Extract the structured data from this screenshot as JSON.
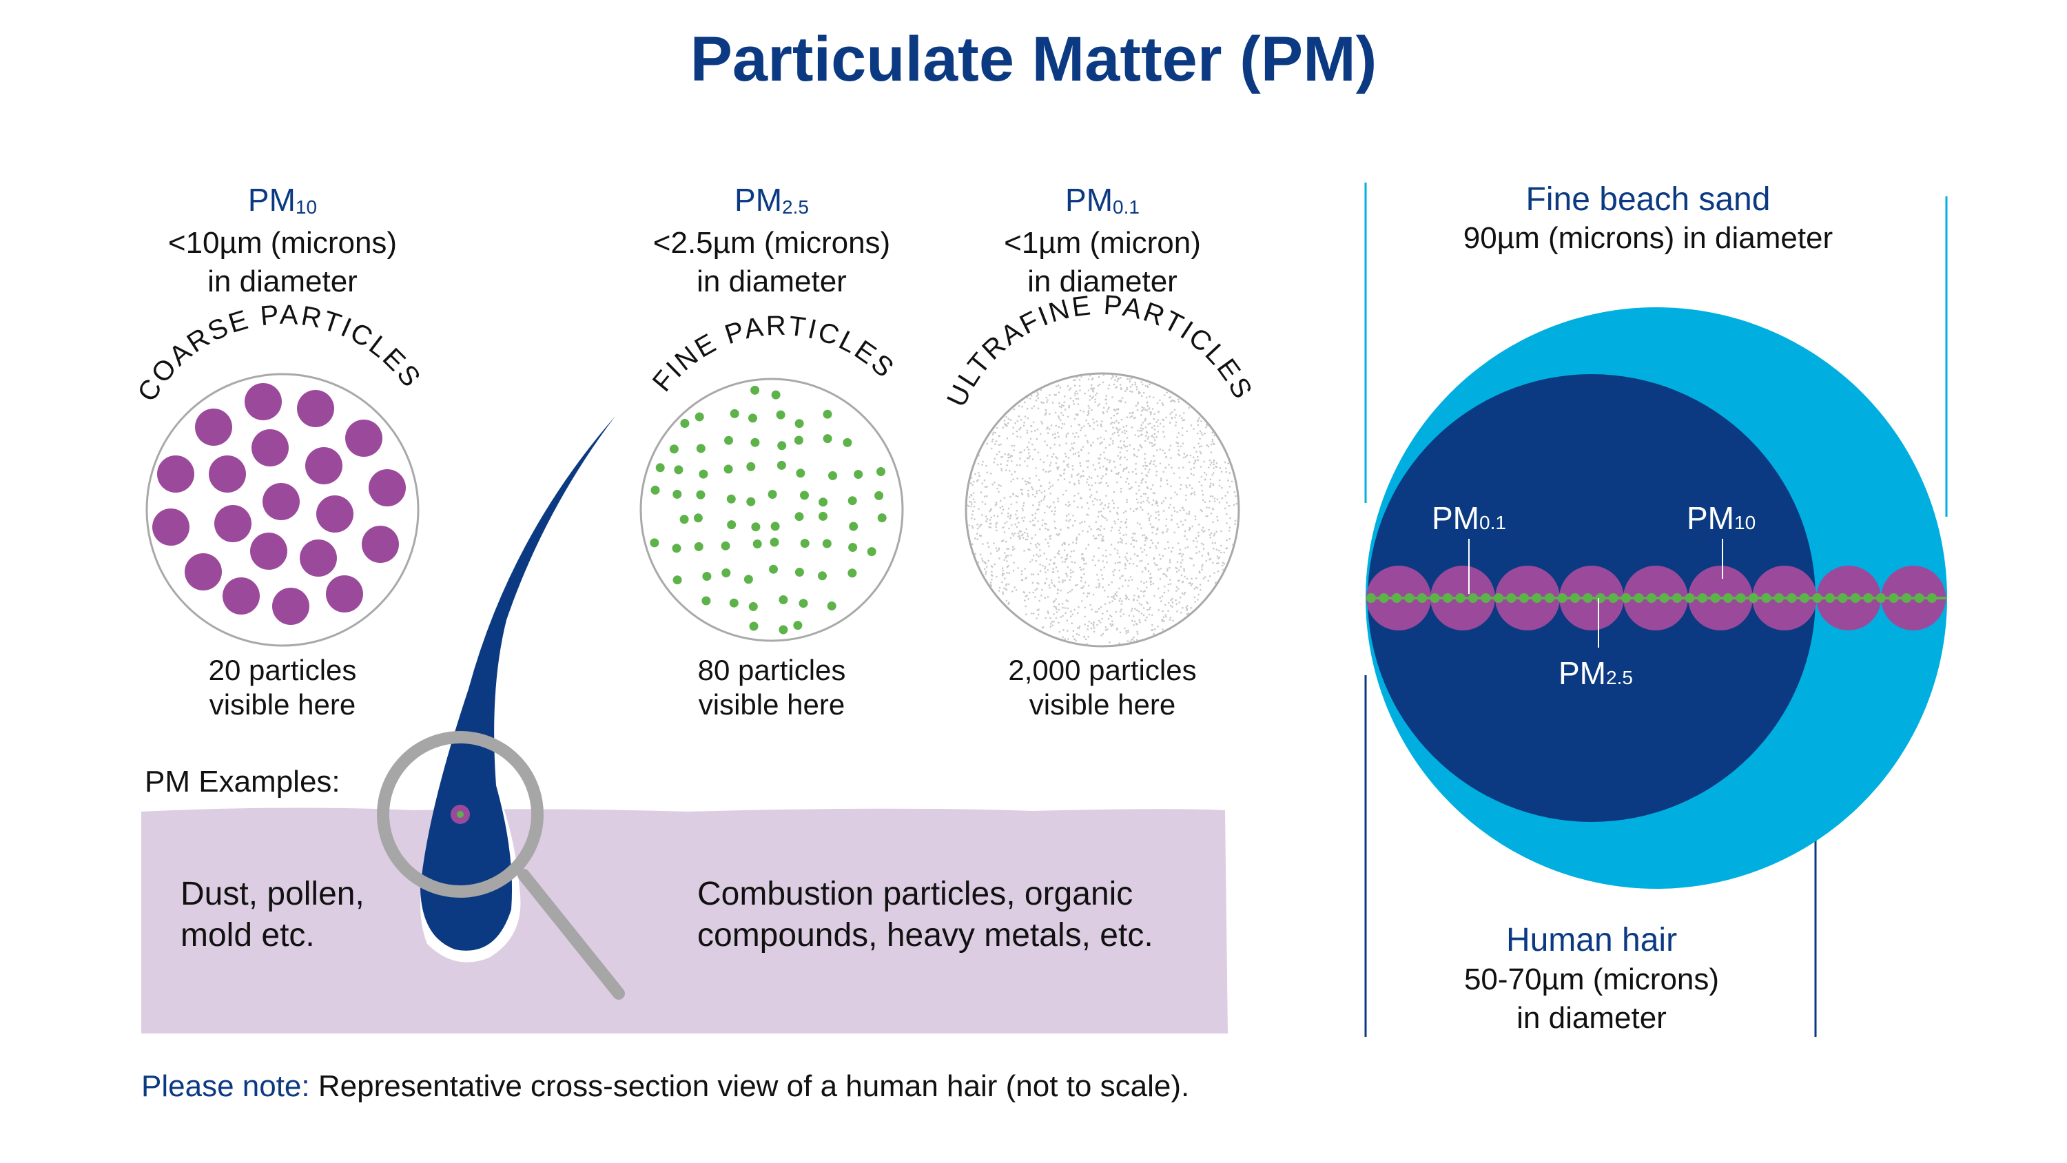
{
  "title": "Particulate Matter (PM)",
  "columns": [
    {
      "pm": "PM",
      "pm_sub": "10",
      "line1": "<10µm (microns)",
      "line2": "in diameter",
      "arc_label": "COARSE PARTICLES",
      "count_line1": "20 particles",
      "count_line2": "visible here",
      "particle_color": "#9b4a9b"
    },
    {
      "pm": "PM",
      "pm_sub": "2.5",
      "line1": "<2.5µm (microns)",
      "line2": "in diameter",
      "arc_label": "FINE PARTICLES",
      "count_line1": "80 particles",
      "count_line2": "visible here",
      "particle_color": "#5db34a"
    },
    {
      "pm": "PM",
      "pm_sub": "0.1",
      "line1": "<1µm (micron)",
      "line2": "in diameter",
      "arc_label": "ULTRAFINE PARTICLES",
      "count_line1": "2,000 particles",
      "count_line2": "visible here",
      "particle_color": "#bdbdbd"
    }
  ],
  "examples": {
    "title": "PM Examples:",
    "left_line1": "Dust, pollen,",
    "left_line2": "mold etc.",
    "right_line1": "Combustion particles, organic",
    "right_line2": "compounds, heavy metals, etc.",
    "band_color": "#dccde2"
  },
  "note": {
    "label": "Please note:",
    "text": " Representative cross-section view of a human hair (not to scale)."
  },
  "sand": {
    "title": "Fine beach sand",
    "subtitle": "90µm (microns) in diameter",
    "color": "#00afe0"
  },
  "hair": {
    "title": "Human hair",
    "line1": "50-70µm (microns)",
    "line2": "in diameter",
    "color": "#0b3a82"
  },
  "labels": {
    "pm01": {
      "main": "PM",
      "sub": "0.1"
    },
    "pm10": {
      "main": "PM",
      "sub": "10"
    },
    "pm25": {
      "main": "PM",
      "sub": "2.5"
    }
  },
  "colors": {
    "navy": "#0b3a82",
    "sky": "#00afe0",
    "purple": "#9b4a9b",
    "green": "#5db34a",
    "lavender": "#dccde2",
    "grey": "#aaaaaa"
  }
}
